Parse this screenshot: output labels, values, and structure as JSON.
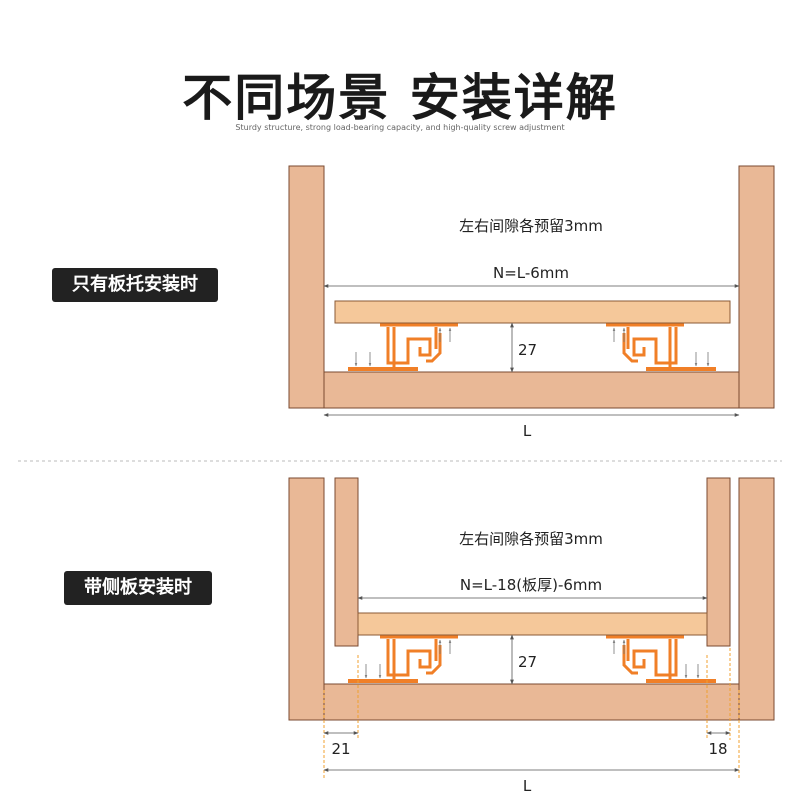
{
  "header": {
    "title": "不同场景 安装详解",
    "subtitle": "Sturdy structure, strong load-bearing capacity, and high-quality screw adjustment"
  },
  "scene1": {
    "tag": "只有板托安装时",
    "gap_note": "左右间隙各预留3mm",
    "width_formula": "N=L-6mm",
    "height_dim": "27",
    "width_label": "L"
  },
  "scene2": {
    "tag": "带侧板安装时",
    "gap_note": "左右间隙各预留3mm",
    "width_formula": "N=L-18(板厚)-6mm",
    "height_dim": "27",
    "left_offset": "21",
    "right_offset": "18",
    "width_label": "L"
  },
  "colors": {
    "wood": "#e9b896",
    "board": "#f5c89a",
    "slide": "#f07f27",
    "tag_bg": "#222222"
  }
}
